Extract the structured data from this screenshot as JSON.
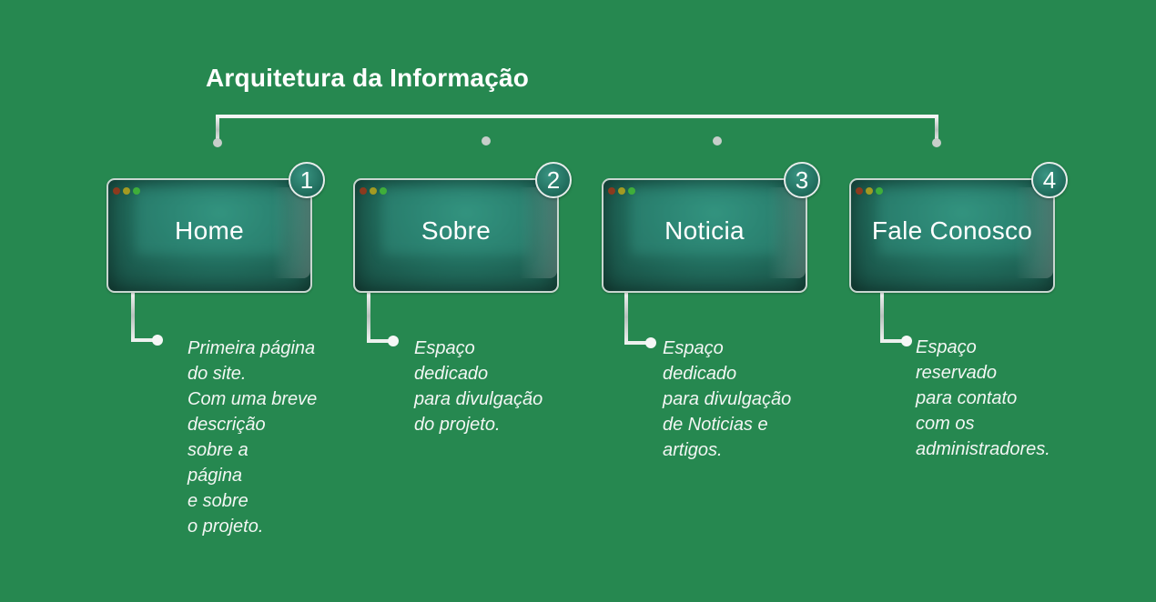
{
  "title": "Arquitetura da Informação",
  "colors": {
    "background": "#268850",
    "card": "#1f6b5b",
    "connector": "#d4d9d6"
  },
  "sections": [
    {
      "number": "1",
      "label": "Home",
      "description": "Primeira página\ndo site.\nCom uma breve\ndescrição\nsobre a\npágina\ne sobre\no projeto."
    },
    {
      "number": "2",
      "label": "Sobre",
      "description": "Espaço\ndedicado\npara divulgação\ndo projeto."
    },
    {
      "number": "3",
      "label": "Noticia",
      "description": "Espaço\ndedicado\npara divulgação\nde Noticias  e\nartigos."
    },
    {
      "number": "4",
      "label": "Fale Conosco",
      "description": "Espaço\nreservado\npara contato\ncom os\nadministradores."
    }
  ]
}
